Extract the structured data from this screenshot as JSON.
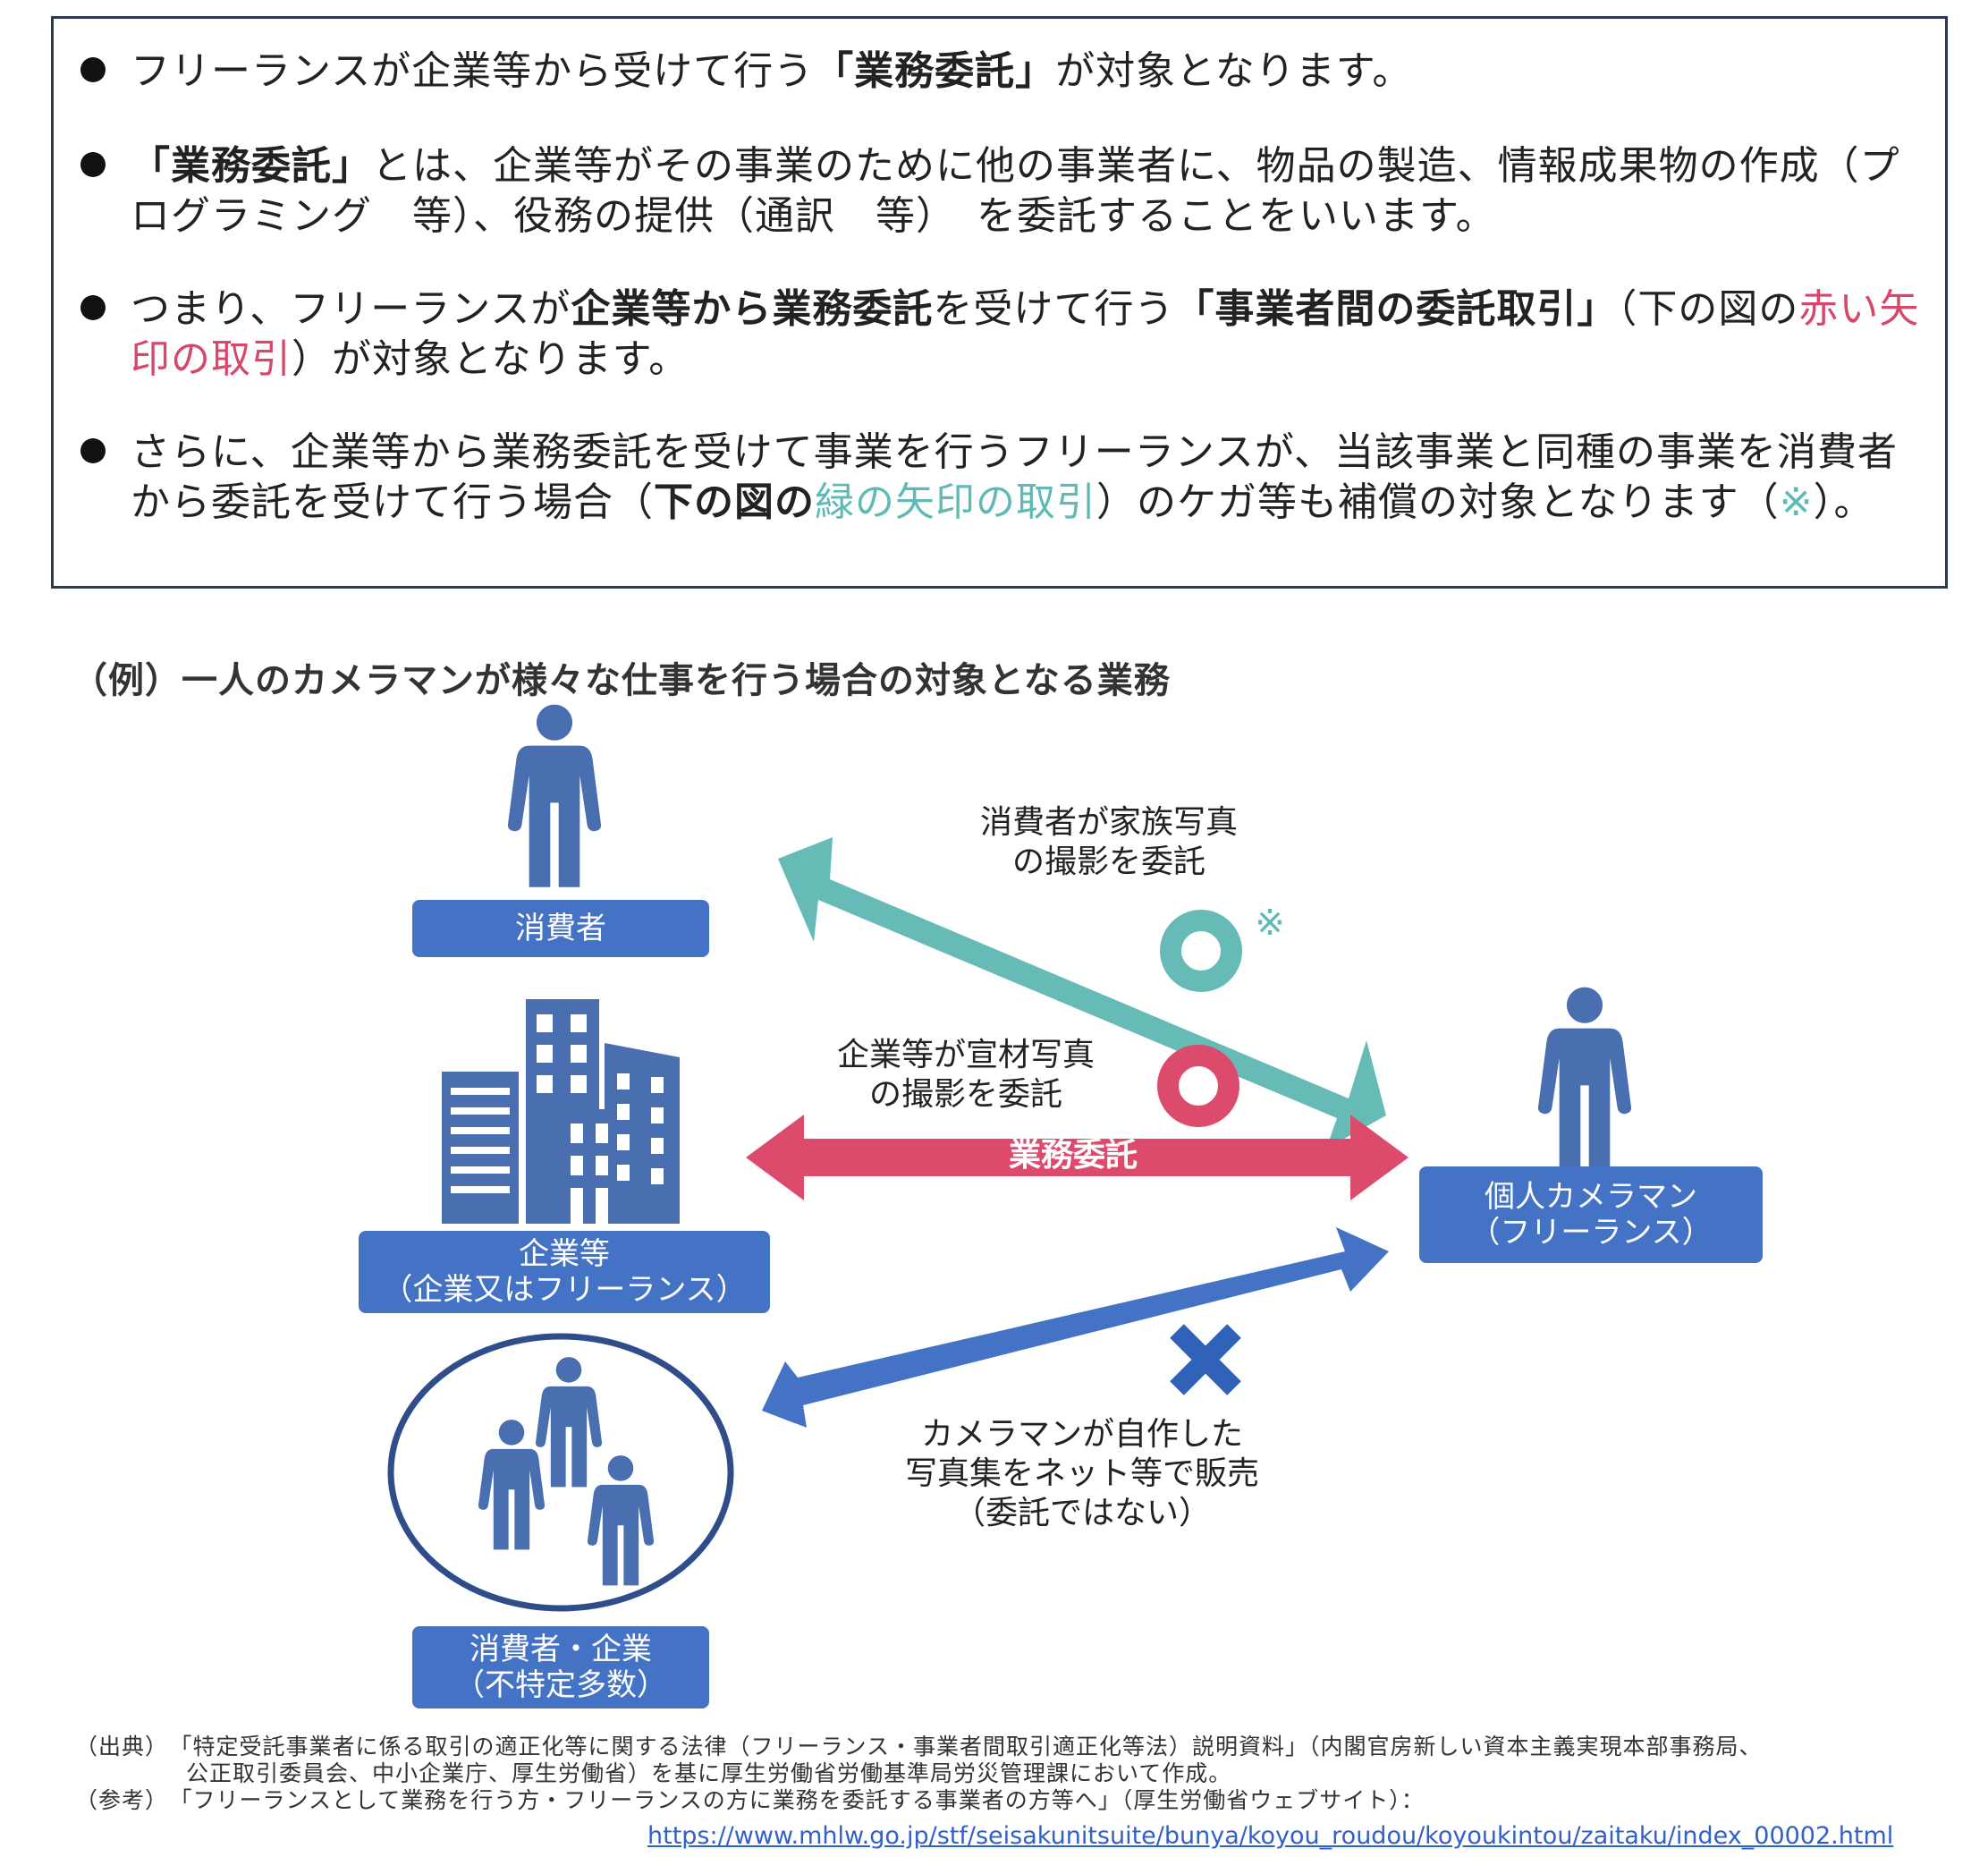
{
  "bullets": [
    {
      "parts": [
        {
          "t": "フリーランスが企業等から受けて行う"
        },
        {
          "t": "「業務委託」",
          "s": "b"
        },
        {
          "t": "が対象となります。"
        }
      ]
    },
    {
      "parts": [
        {
          "t": "「業務委託」",
          "s": "b"
        },
        {
          "t": "とは、企業等がその事業のために他の事業者に、物品の製造、情報成果物の作成（プログラミング　等）、役務の提供（通訳　等）　を委託することをいいます。"
        }
      ]
    },
    {
      "parts": [
        {
          "t": "つまり、フリーランスが"
        },
        {
          "t": "企業等から業務委託",
          "s": "b"
        },
        {
          "t": "を受けて行う"
        },
        {
          "t": "「事業者間の委託取引」",
          "s": "b"
        },
        {
          "t": "（下の図の"
        },
        {
          "t": "赤い矢印の取引",
          "s": "red"
        },
        {
          "t": "）が対象となります。"
        }
      ]
    },
    {
      "parts": [
        {
          "t": "さらに、企業等から業務委託を受けて事業を行うフリーランスが、当該事業と同種の事業を消費者から委託を受けて行う場合（"
        },
        {
          "t": "下の図の",
          "s": "b"
        },
        {
          "t": "緑の矢印の取引",
          "s": "teal"
        },
        {
          "t": "）のケガ等も補償の対象となります（"
        },
        {
          "t": "※",
          "s": "teal"
        },
        {
          "t": "）。"
        }
      ]
    }
  ],
  "example_heading": "（例）一人のカメラマンが様々な仕事を行う場合の対象となる業務",
  "nodes": {
    "consumer": "消費者",
    "company_line1": "企業等",
    "company_line2": "（企業又はフリーランス）",
    "public_line1": "消費者・企業",
    "public_line2": "（不特定多数）",
    "camera_line1": "個人カメラマン",
    "camera_line2": "（フリーランス）"
  },
  "arrows": {
    "teal_line1": "消費者が家族写真",
    "teal_line2": "の撮影を委託",
    "teal_note": "※",
    "red_line1": "企業等が宣材写真",
    "red_line2": "の撮影を委託",
    "red_label": "業務委託",
    "blue_line1": "カメラマンが自作した",
    "blue_line2": "写真集をネット等で販売",
    "blue_line3": "（委託ではない）"
  },
  "footnotes": {
    "source_tag": "（出典）",
    "source_line1": "「特定受託事業者に係る取引の適正化等に関する法律（フリーランス・事業者間取引適正化等法）説明資料」（内閣官房新しい資本主義実現本部事務局、",
    "source_line2": "公正取引委員会、中小企業庁、厚生労働省）を基に厚生労働省労働基準局労災管理課において作成。",
    "ref_tag": "（参考）",
    "ref_line": "「フリーランスとして業務を行う方・フリーランスの方に業務を委託する事業者の方等へ」（厚生労働省ウェブサイト）：",
    "url": "https://www.mhlw.go.jp/stf/seisakunitsuite/bunya/koyou_roudou/koyoukintou/zaitaku/index_00002.html"
  },
  "colors": {
    "blue": "#4472c4",
    "teal": "#66bbb6",
    "red": "#dd4b6c",
    "border": "#2c3a55"
  }
}
